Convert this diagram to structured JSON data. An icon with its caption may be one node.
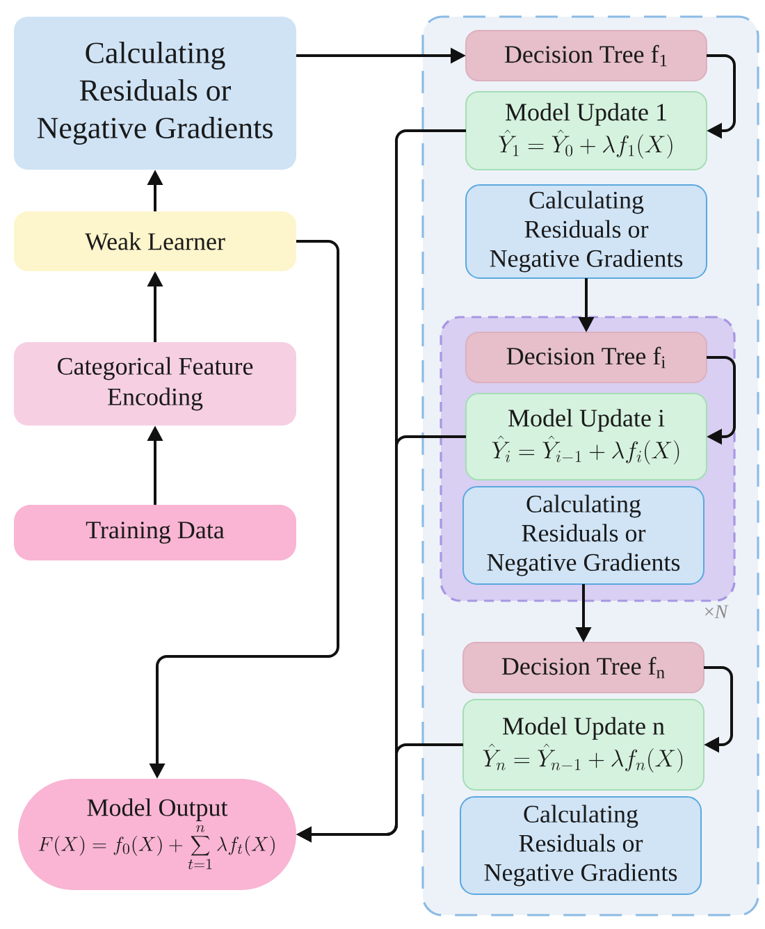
{
  "diagram": {
    "nodes": [
      {
        "text": [
          "Calculating Residuals or Negative Gradients"
        ]
      },
      {
        "text": [
          "Weak Learner"
        ]
      },
      {
        "text": [
          "Categorical Feature Encoding"
        ]
      },
      {
        "text": [
          "Training Data"
        ]
      },
      {
        "text": [
          "Model Output",
          "F(X)=f_{0}(X)+\\sum_{t=1}^{n}\\lambda f_{t}(X)"
        ]
      },
      {
        "text": [],
        "shape": "box"
      },
      {
        "text": [
          "Decision Tree f$_{1}$"
        ],
        "in": 5
      },
      {
        "text": [
          "Model Update 1",
          "\\hat{Y}_{1}=\\hat{Y}_{0}+\\lambda f_{1}(X)"
        ],
        "in": 5
      },
      {
        "text": [
          "Calculating Residuals or Negative Gradients"
        ],
        "in": 5
      },
      {
        "text": [],
        "shape": "box",
        "beside": [
          "×*N*"
        ],
        "in": 5
      },
      {
        "text": [
          "Decision Tree f$_{i}$"
        ],
        "in": 9
      },
      {
        "text": [
          "Model Update i",
          "\\hat{Y}_{i}=\\hat{Y}_{i-1}+\\lambda f_{i}(X)"
        ],
        "in": 9
      },
      {
        "text": [
          "Calculating Residuals or Negative Gradients"
        ],
        "in": 9
      },
      {
        "text": [
          "Decision Tree f$_{n}$"
        ],
        "in": 5
      },
      {
        "text": [
          "Model Update n",
          "\\hat{Y}_{n}=\\hat{Y}_{n-1}+\\lambda f_{n}(X)"
        ],
        "in": 5
      },
      {
        "text": [
          "Calculating Residuals or Negative Gradients"
        ],
        "in": 5
      }
    ],
    "edges": [
      {
        "from": 0,
        "to": 6,
        "arrow": "to"
      },
      {
        "from": 1,
        "to": 0,
        "arrow": "to"
      },
      {
        "from": 2,
        "to": 1,
        "arrow": "to"
      },
      {
        "from": 3,
        "to": 2,
        "arrow": "to"
      },
      {
        "from": 1,
        "to": 4,
        "arrow": "to"
      },
      {
        "from": 6,
        "to": 7,
        "arrow": "to"
      },
      {
        "from": 7,
        "to": 4,
        "arrow": "to"
      },
      {
        "from": 8,
        "to": 10,
        "arrow": "to"
      },
      {
        "from": 10,
        "to": 11,
        "arrow": "to"
      },
      {
        "from": 11,
        "to": 4,
        "arrow": "to"
      },
      {
        "from": 12,
        "to": 13,
        "arrow": "to"
      },
      {
        "from": 13,
        "to": 14,
        "arrow": "to"
      },
      {
        "from": 14,
        "to": 4,
        "arrow": "to"
      }
    ]
  }
}
